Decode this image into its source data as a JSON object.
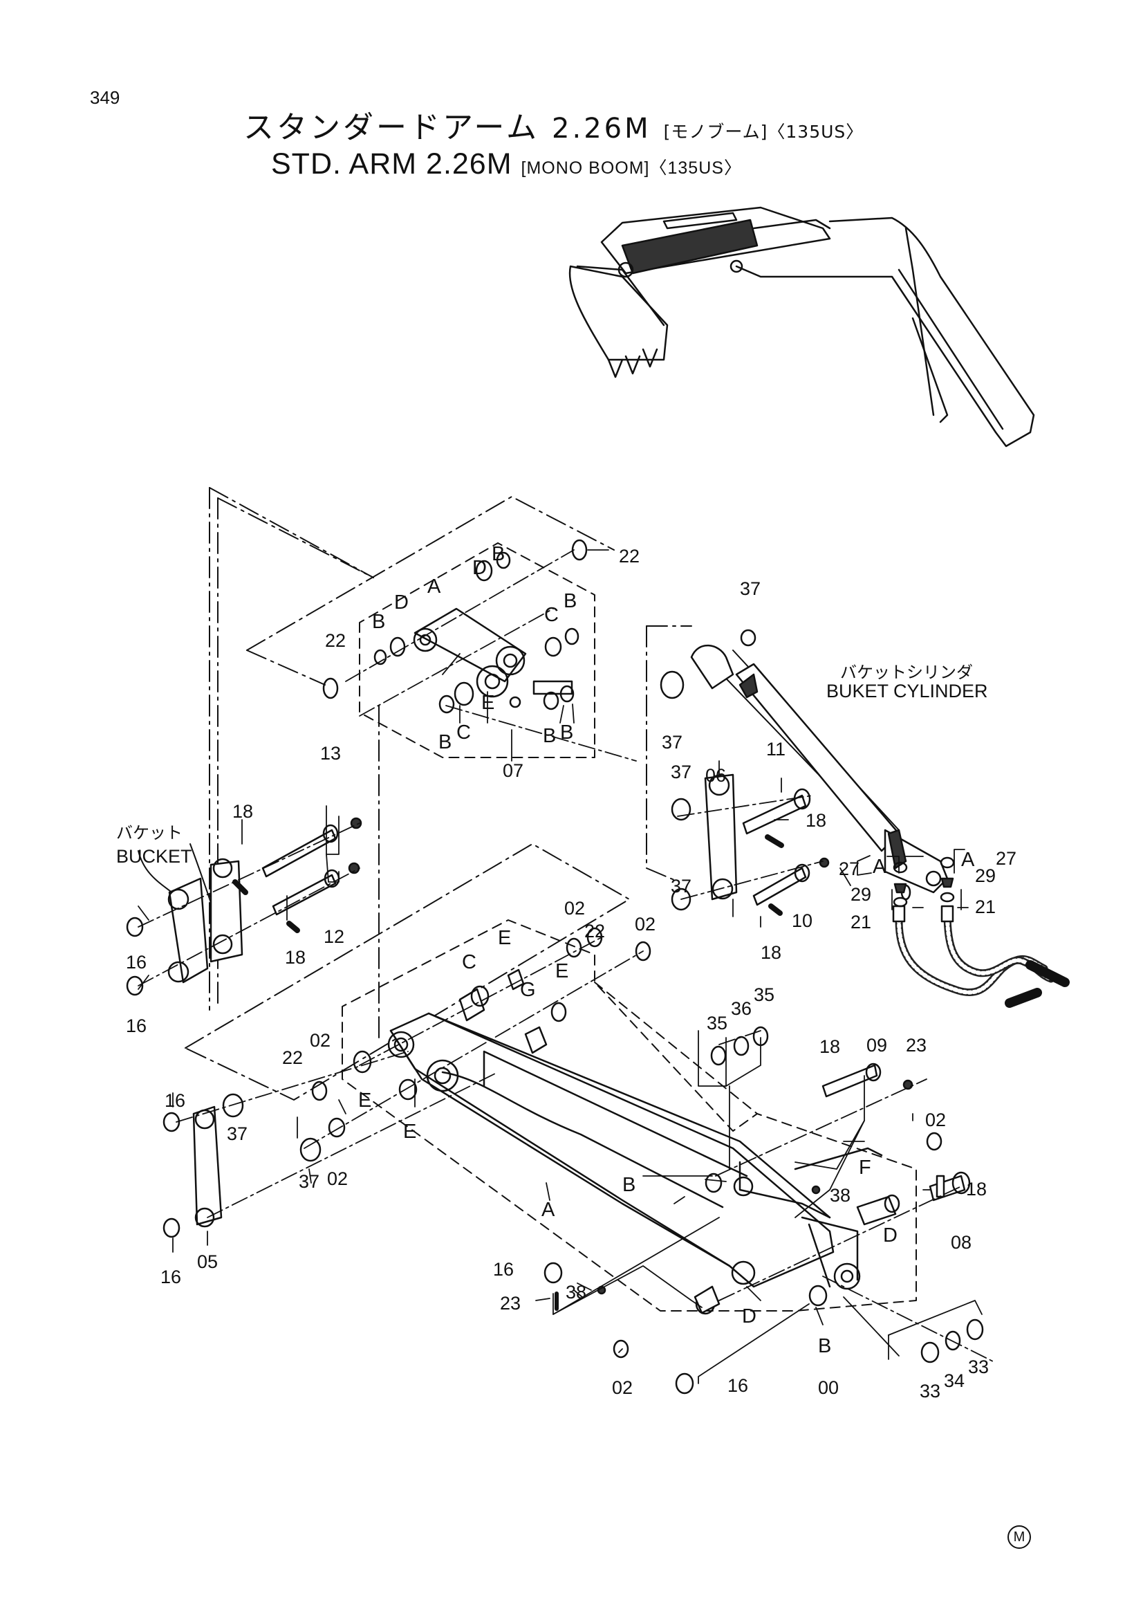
{
  "page_number": "349",
  "title_jp": {
    "main": "スタンダードアーム",
    "size": "2.26M",
    "boom": "[モノブーム]",
    "model": "〈135US〉"
  },
  "title_en": {
    "main": "STD. ARM",
    "size": "2.26M",
    "boom": "[MONO BOOM]",
    "model": "〈135US〉"
  },
  "labels": {
    "bucket_jp": "バケット",
    "bucket_en": "BUCKET",
    "cylinder_jp": "バケットシリンダ",
    "cylinder_en": "BUKET CYLINDER"
  },
  "callouts": {
    "c00": "00",
    "c02": "02",
    "c05": "05",
    "c06": "06",
    "c07": "07",
    "c08": "08",
    "c09": "09",
    "c10": "10",
    "c11": "11",
    "c12": "12",
    "c13": "13",
    "c16": "16",
    "c18": "18",
    "c21": "21",
    "c22": "22",
    "c23": "23",
    "c27": "27",
    "c29": "29",
    "c33": "33",
    "c34": "34",
    "c35": "35",
    "c36": "36",
    "c37": "37",
    "c38": "38",
    "A": "A",
    "B": "B",
    "C": "C",
    "D": "D",
    "E": "E",
    "F": "F",
    "G": "G"
  },
  "mark": "M"
}
